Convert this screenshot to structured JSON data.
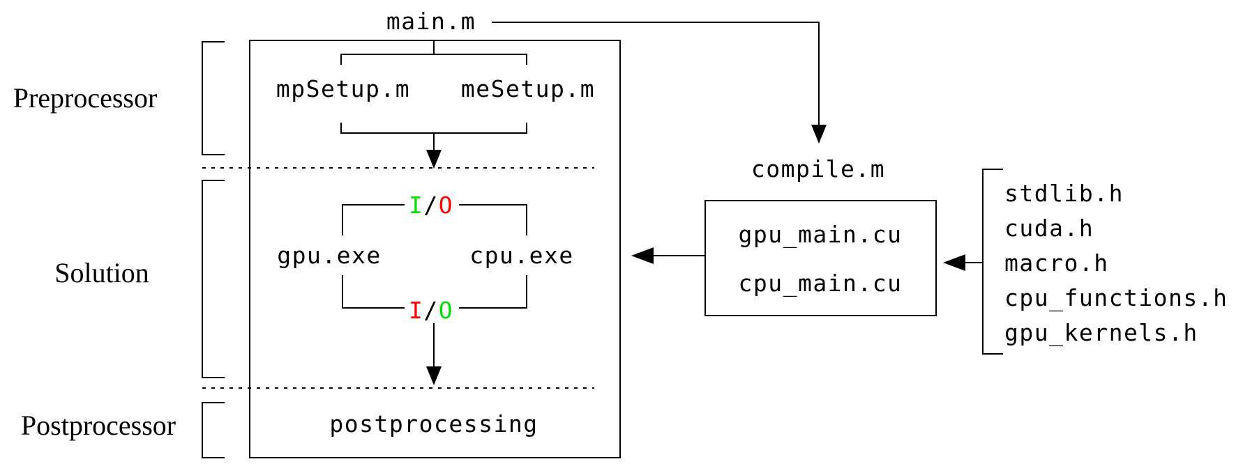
{
  "diagram": {
    "section_labels": {
      "preprocessor": "Preprocessor",
      "solution": "Solution",
      "postprocessor": "Postprocessor"
    },
    "preprocessor": {
      "main": "main.m",
      "mp_setup": "mpSetup.m",
      "me_setup": "meSetup.m"
    },
    "solution": {
      "io_top": {
        "input": "I",
        "sep": "/",
        "output": "O"
      },
      "gpu": "gpu.exe",
      "cpu": "cpu.exe",
      "io_bottom": {
        "input": "I",
        "sep": "/",
        "output": "O"
      }
    },
    "postprocessor": {
      "postprocessing": "postprocessing"
    },
    "compile": {
      "label": "compile.m",
      "sources": [
        "gpu_main.cu",
        "cpu_main.cu"
      ]
    },
    "headers": [
      "stdlib.h",
      "cuda.h",
      "macro.h",
      "cpu_functions.h",
      "gpu_kernels.h"
    ],
    "colors": {
      "green": "#00e000",
      "red": "#ff0000",
      "line": "#000000"
    }
  }
}
